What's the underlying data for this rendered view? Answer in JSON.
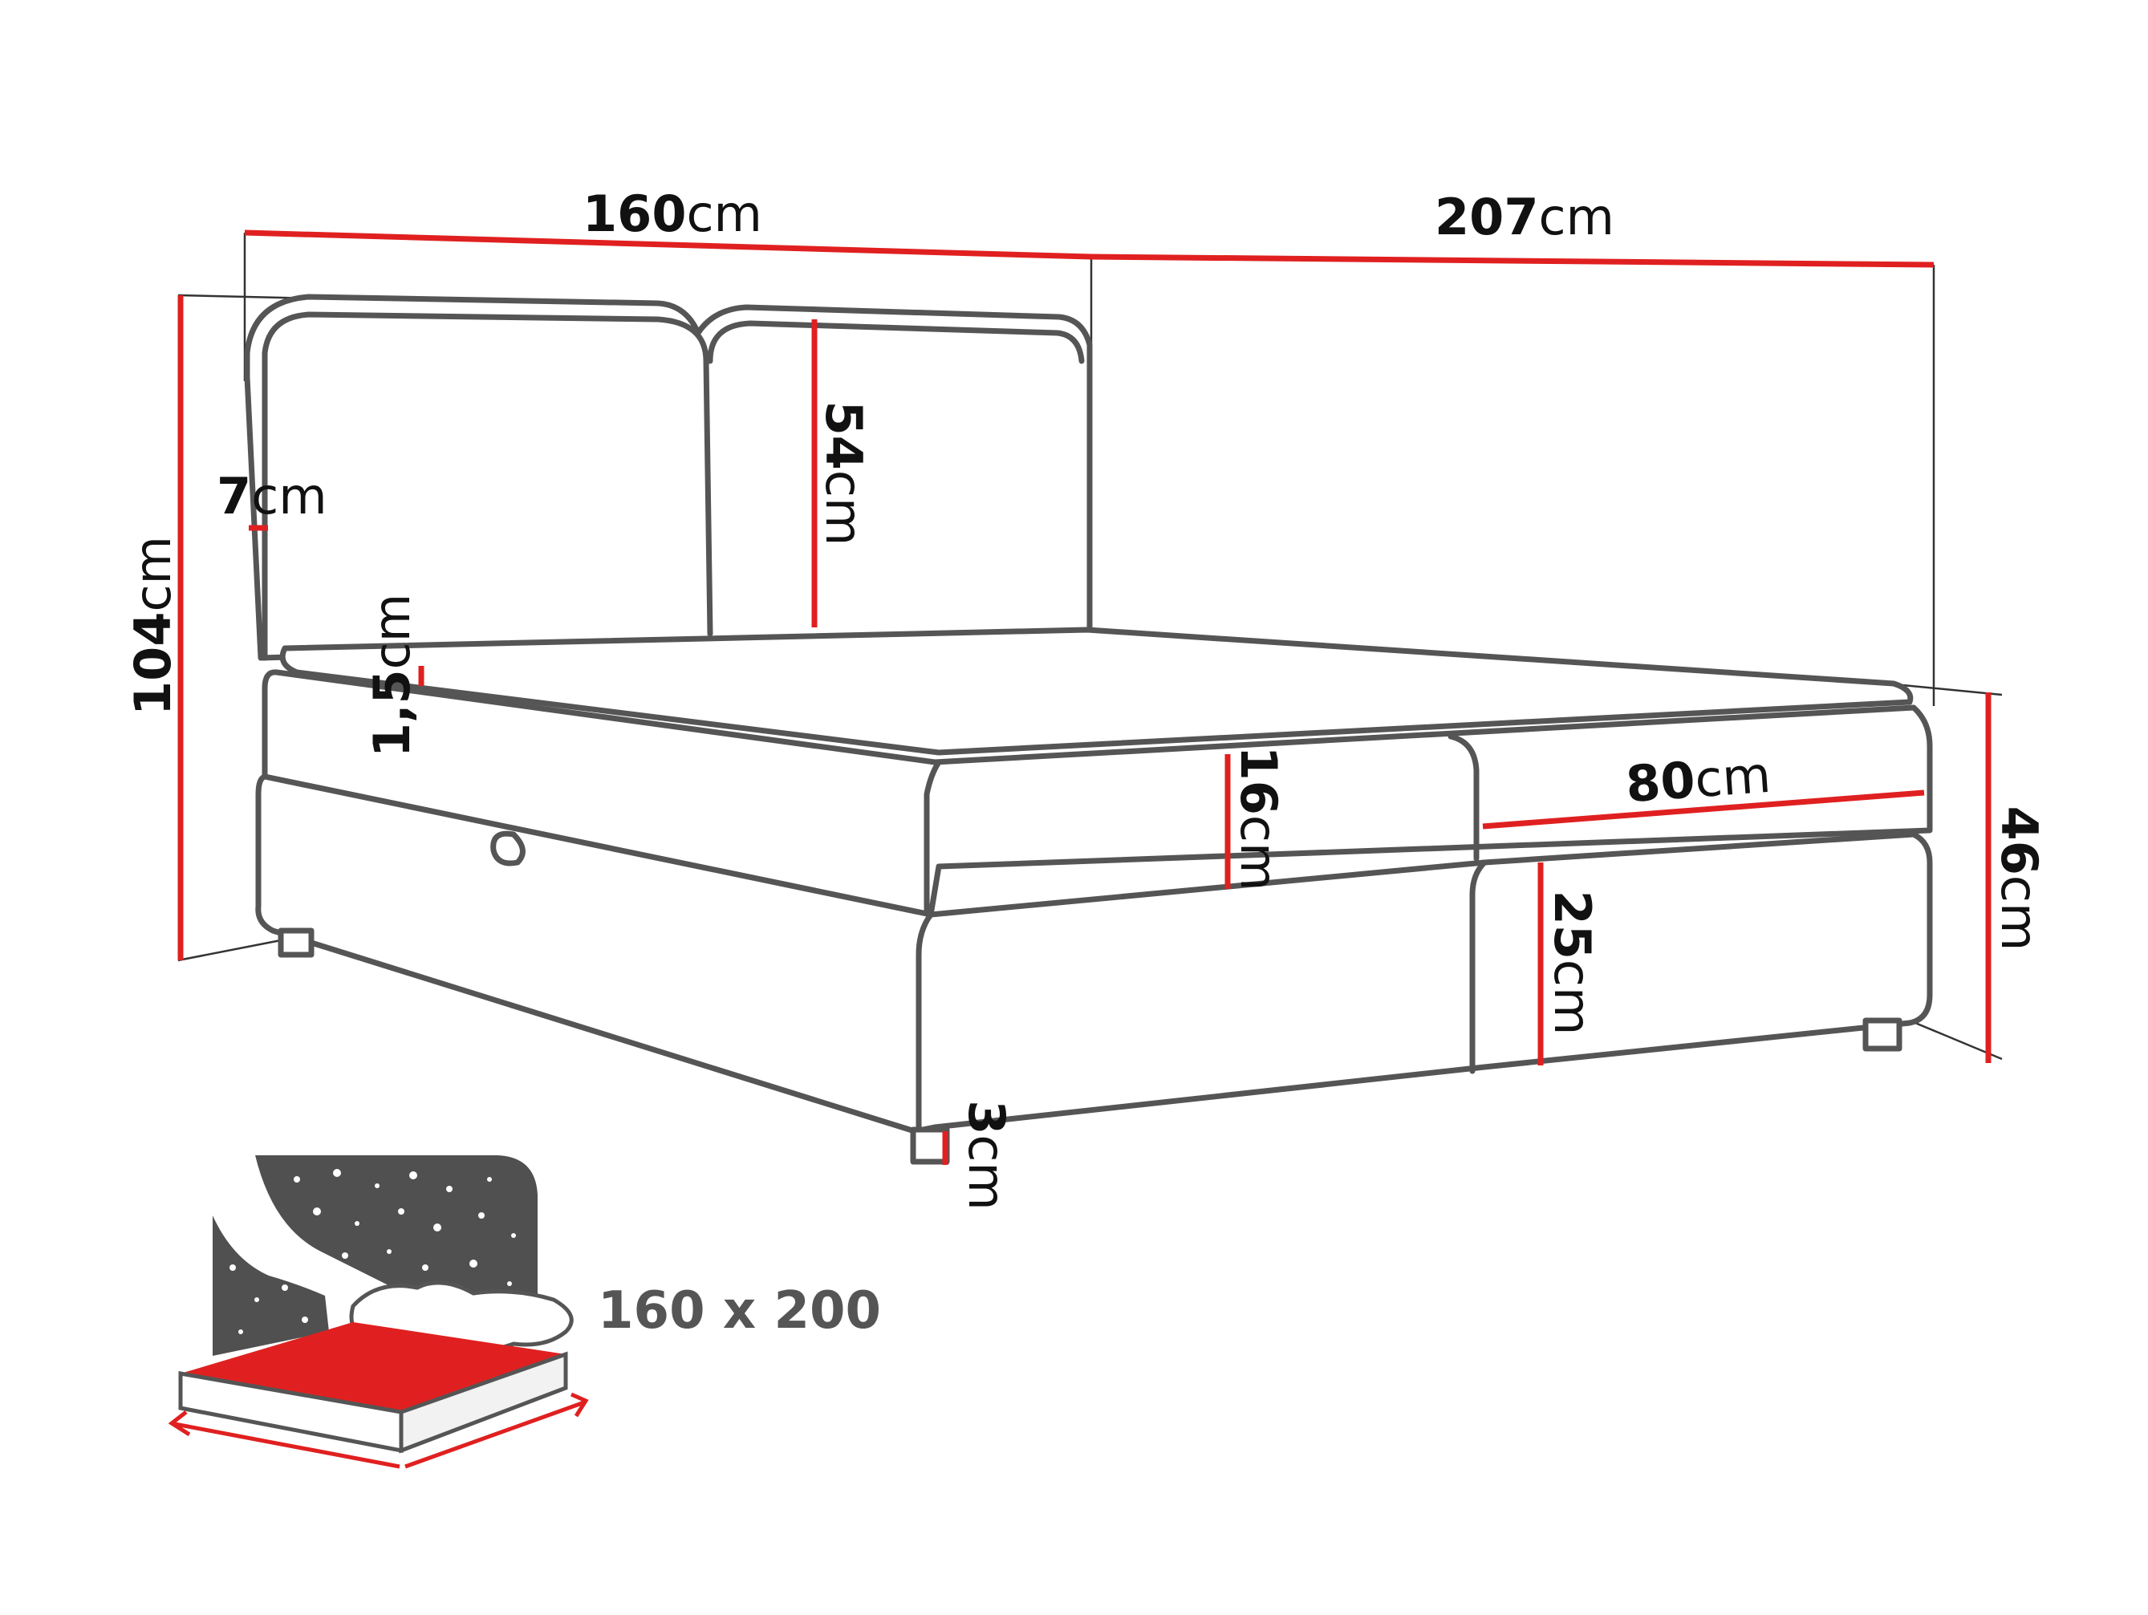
{
  "colors": {
    "dimension_line": "#e02020",
    "outline": "#555555",
    "text": "#111111",
    "icon_grey": "#505050"
  },
  "dimensions": {
    "width": {
      "value": "160",
      "unit": "cm"
    },
    "length": {
      "value": "207",
      "unit": "cm"
    },
    "total_height": {
      "value": "104",
      "unit": "cm"
    },
    "headboard_thickness": {
      "value": "7",
      "unit": "cm"
    },
    "headboard_height": {
      "value": "54",
      "unit": "cm"
    },
    "topper_height": {
      "value": "1,5",
      "unit": "cm"
    },
    "mattress_height": {
      "value": "16",
      "unit": "cm"
    },
    "half_width": {
      "value": "80",
      "unit": "cm"
    },
    "base_height": {
      "value": "25",
      "unit": "cm"
    },
    "side_height": {
      "value": "46",
      "unit": "cm"
    },
    "leg_height": {
      "value": "3",
      "unit": "cm"
    }
  },
  "mattress_size_label": "160 x 200"
}
